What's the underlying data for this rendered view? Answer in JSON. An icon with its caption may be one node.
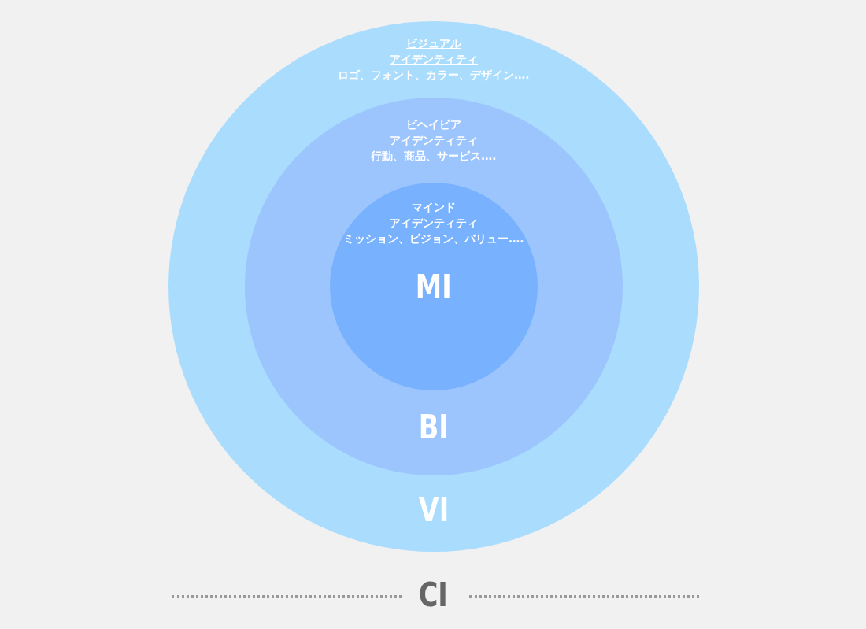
{
  "diagram": {
    "nodes": [
      {
        "text": [
          "ビジュアル",
          "アイデンティティ",
          "ロゴ、フォント、カラー、デザイン….",
          "VI"
        ]
      },
      {
        "text": [
          "ビヘイビア",
          "アイデンティティ",
          "行動、商品、サービス….",
          "BI"
        ],
        "in": 0
      },
      {
        "text": [
          "マインド",
          "アイデンティティ",
          "ミッション、ビジョン、バリュー….",
          "MI"
        ],
        "in": 1
      }
    ],
    "labels": [
      "CI"
    ]
  }
}
